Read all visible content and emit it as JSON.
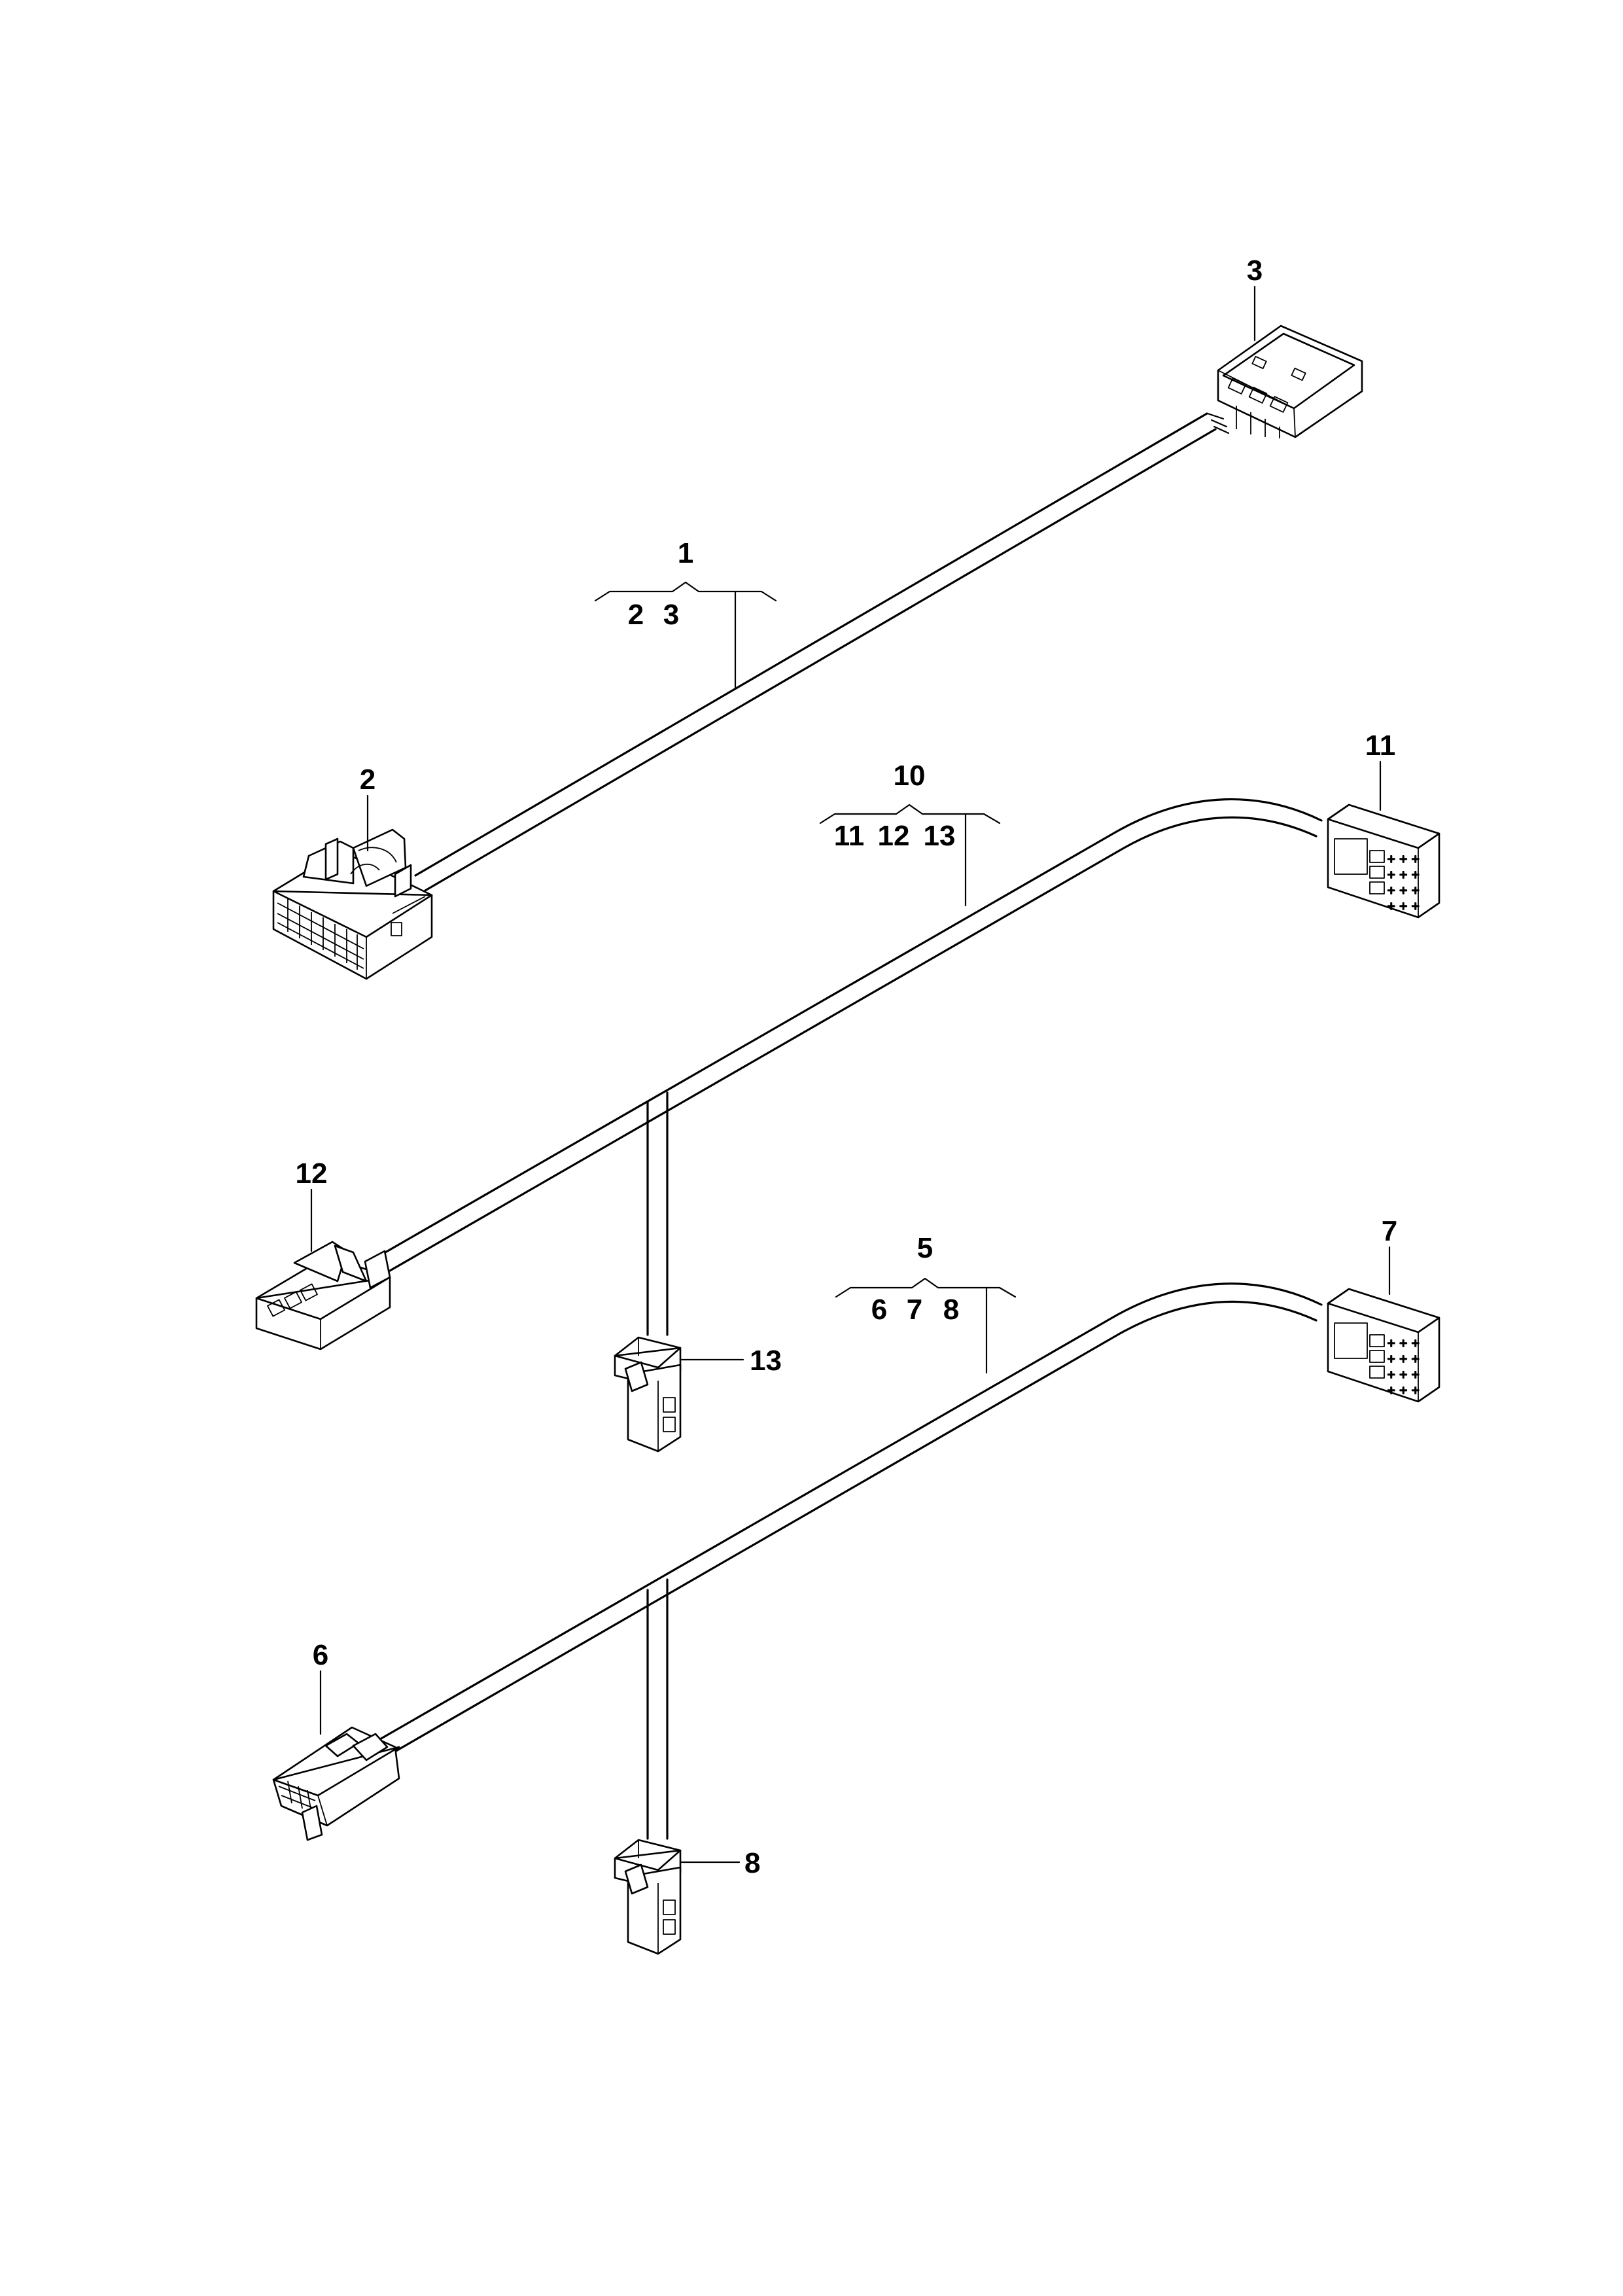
{
  "colors": {
    "line": "#000000",
    "background": "#ffffff"
  },
  "callouts": {
    "assembly_1": {
      "number": "1",
      "items": [
        "2",
        "3"
      ]
    },
    "assembly_10": {
      "number": "10",
      "items": [
        "11",
        "12",
        "13"
      ]
    },
    "assembly_5": {
      "number": "5",
      "items": [
        "6",
        "7",
        "8"
      ]
    },
    "part_2": "2",
    "part_3": "3",
    "part_11": "11",
    "part_12": "12",
    "part_13": "13",
    "part_7": "7",
    "part_6": "6",
    "part_8": "8"
  }
}
